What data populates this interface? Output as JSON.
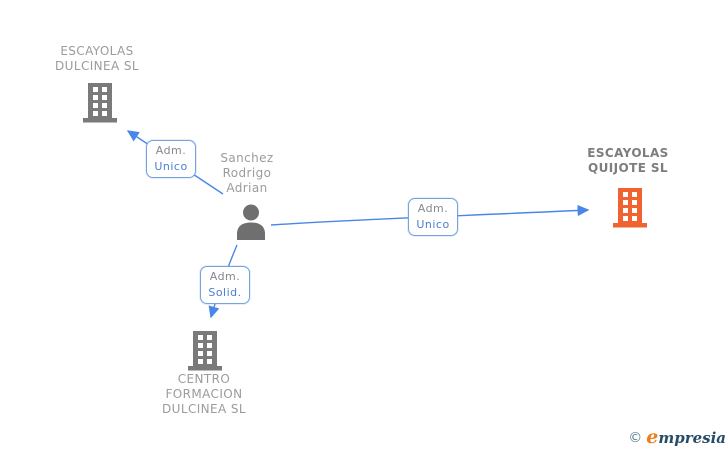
{
  "diagram": {
    "person": {
      "name_line1": "Sanchez",
      "name_line2": "Rodrigo",
      "name_line3": "Adrian"
    },
    "companies": {
      "dulcinea": {
        "line1": "ESCAYOLAS",
        "line2": "DULCINEA SL"
      },
      "quijote": {
        "line1": "ESCAYOLAS",
        "line2": "QUIJOTE SL"
      },
      "centro": {
        "line1": "CENTRO",
        "line2": "FORMACION",
        "line3": "DULCINEA SL"
      }
    },
    "relationships": {
      "rel_dulcinea": {
        "line1": "Adm.",
        "line2": "Unico"
      },
      "rel_quijote": {
        "line1": "Adm.",
        "line2": "Unico"
      },
      "rel_centro": {
        "line1": "Adm.",
        "line2": "Solid."
      }
    }
  },
  "colors": {
    "arrow_blue": "#4a86e8",
    "box_border_blue": "#74a3dd",
    "label_text_blue": "#4a7fd2",
    "label_text_gray": "#85878f",
    "company_text_gray": "#9b9b9b",
    "company_text_bold_gray": "#7d7d7d",
    "building_gray": "#7a7a7a",
    "building_orange": "#f0622f",
    "person_gray": "#6f6f6f"
  },
  "footer": {
    "copyright_symbol": "©",
    "brand_initial": "e",
    "brand_rest": "mpresia"
  }
}
